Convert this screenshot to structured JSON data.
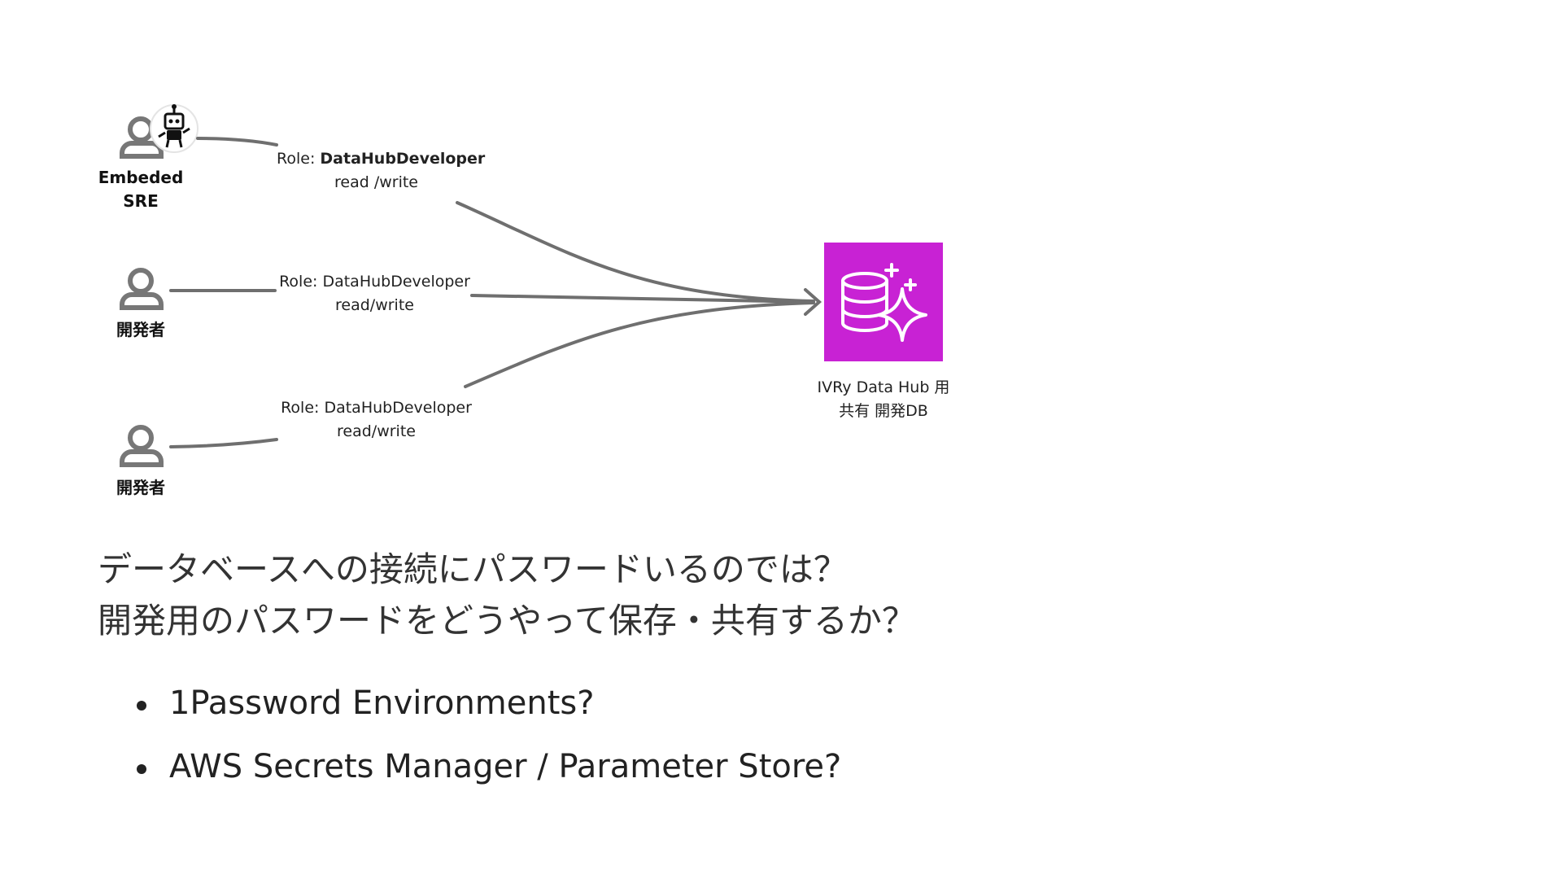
{
  "diagram": {
    "actors": [
      {
        "label_line1": "Embeded",
        "label_line2": "SRE"
      },
      {
        "label_line1": "開発者"
      },
      {
        "label_line1": "開発者"
      }
    ],
    "roles": [
      {
        "prefix": "Role: ",
        "name": "DataHubDeveloper",
        "access": "read /write"
      },
      {
        "prefix": "Role: ",
        "name": "DataHubDeveloper",
        "access": "read/write"
      },
      {
        "prefix": "Role: ",
        "name": "DataHubDeveloper",
        "access": "read/write"
      }
    ],
    "database": {
      "label_line1": "IVRy Data Hub 用",
      "label_line2": "共有 開発DB",
      "color": "#C822D4"
    },
    "line_color": "#6f6f6f"
  },
  "questions": [
    "データベースへの接続にパスワードいるのでは？",
    "開発用のパスワードをどうやって保存・共有するか？"
  ],
  "bullets": [
    "1Password Environments?",
    "AWS Secrets Manager / Parameter Store?"
  ]
}
